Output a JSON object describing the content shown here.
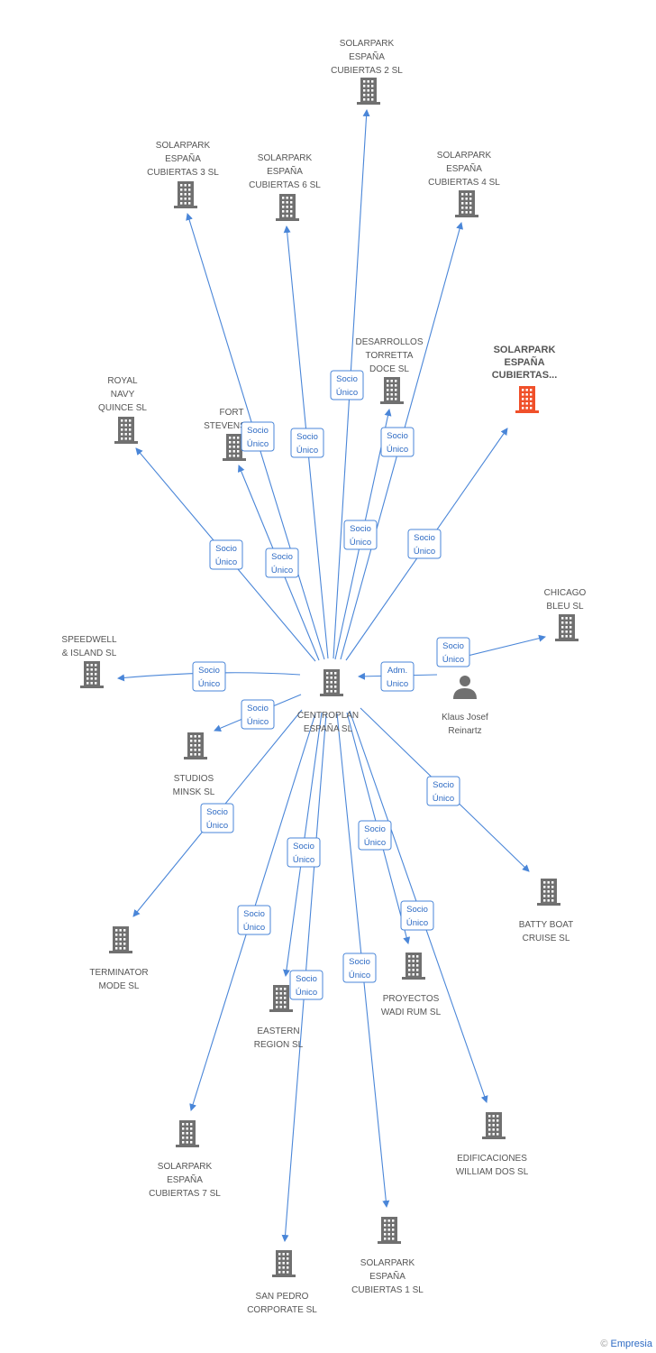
{
  "colors": {
    "edge": "#4a86d8",
    "building": "#707070",
    "highlight": "#f0502a",
    "person": "#707070",
    "label": "#555555"
  },
  "center": {
    "id": "centroplan",
    "lines": [
      "CENTROPLAN",
      "ESPAÑA SL"
    ]
  },
  "nodes": [
    {
      "id": "solarpark2",
      "icon": "building-icon",
      "lines": [
        "SOLARPARK",
        "ESPAÑA",
        "CUBIERTAS 2 SL"
      ]
    },
    {
      "id": "solarpark3",
      "icon": "building-icon",
      "lines": [
        "SOLARPARK",
        "ESPAÑA",
        "CUBIERTAS 3 SL"
      ]
    },
    {
      "id": "solarpark6",
      "icon": "building-icon",
      "lines": [
        "SOLARPARK",
        "ESPAÑA",
        "CUBIERTAS 6 SL"
      ]
    },
    {
      "id": "solarpark4",
      "icon": "building-icon",
      "lines": [
        "SOLARPARK",
        "ESPAÑA",
        "CUBIERTAS 4 SL"
      ]
    },
    {
      "id": "desarrollos",
      "icon": "building-icon",
      "lines": [
        "DESARROLLOS",
        "TORRETTA",
        "DOCE SL"
      ]
    },
    {
      "id": "solarpark_hl",
      "icon": "building-icon",
      "highlight": true,
      "lines": [
        "SOLARPARK",
        "ESPAÑA",
        "CUBIERTAS..."
      ]
    },
    {
      "id": "royalnavy",
      "icon": "building-icon",
      "lines": [
        "ROYAL",
        "NAVY",
        "QUINCE SL"
      ]
    },
    {
      "id": "fortstevens",
      "icon": "building-icon",
      "lines": [
        "FORT",
        "STEVENS SL"
      ]
    },
    {
      "id": "chicago",
      "icon": "building-icon",
      "lines": [
        "CHICAGO",
        "BLEU SL"
      ]
    },
    {
      "id": "speedwell",
      "icon": "building-icon",
      "lines": [
        "SPEEDWELL",
        "& ISLAND SL"
      ]
    },
    {
      "id": "klaus",
      "icon": "person-icon",
      "lines": [
        "Klaus Josef",
        "Reinartz"
      ]
    },
    {
      "id": "studios",
      "icon": "building-icon",
      "lines": [
        "STUDIOS",
        "MINSK SL"
      ]
    },
    {
      "id": "batty",
      "icon": "building-icon",
      "lines": [
        "BATTY BOAT",
        "CRUISE SL"
      ]
    },
    {
      "id": "terminator",
      "icon": "building-icon",
      "lines": [
        "TERMINATOR",
        "MODE SL"
      ]
    },
    {
      "id": "proyectos",
      "icon": "building-icon",
      "lines": [
        "PROYECTOS",
        "WADI RUM SL"
      ]
    },
    {
      "id": "eastern",
      "icon": "building-icon",
      "lines": [
        "EASTERN",
        "REGION SL"
      ]
    },
    {
      "id": "edificaciones",
      "icon": "building-icon",
      "lines": [
        "EDIFICACIONES",
        "WILLIAM DOS SL"
      ]
    },
    {
      "id": "solarpark7",
      "icon": "building-icon",
      "lines": [
        "SOLARPARK",
        "ESPAÑA",
        "CUBIERTAS 7 SL"
      ]
    },
    {
      "id": "solarpark1",
      "icon": "building-icon",
      "lines": [
        "SOLARPARK",
        "ESPAÑA",
        "CUBIERTAS 1  SL"
      ]
    },
    {
      "id": "sanpedro",
      "icon": "building-icon",
      "lines": [
        "SAN PEDRO",
        "CORPORATE SL"
      ]
    }
  ],
  "edges": [
    {
      "from": "centroplan",
      "to": "solarpark2",
      "label": [
        "Socio",
        "Único"
      ]
    },
    {
      "from": "centroplan",
      "to": "solarpark3",
      "label": [
        "Socio",
        "Único"
      ]
    },
    {
      "from": "centroplan",
      "to": "solarpark6",
      "label": [
        "Socio",
        "Único"
      ]
    },
    {
      "from": "centroplan",
      "to": "solarpark4",
      "label": [
        "Socio",
        "Único"
      ]
    },
    {
      "from": "centroplan",
      "to": "desarrollos",
      "label": [
        "Socio",
        "Único"
      ]
    },
    {
      "from": "centroplan",
      "to": "solarpark_hl",
      "label": [
        "Socio",
        "Único"
      ]
    },
    {
      "from": "centroplan",
      "to": "royalnavy",
      "label": [
        "Socio",
        "Único"
      ]
    },
    {
      "from": "centroplan",
      "to": "fortstevens",
      "label": [
        "Socio",
        "Único"
      ]
    },
    {
      "from": "klaus",
      "to": "chicago",
      "label": [
        "Socio",
        "Único"
      ]
    },
    {
      "from": "klaus",
      "to": "centroplan",
      "label": [
        "Adm.",
        "Unico"
      ]
    },
    {
      "from": "centroplan",
      "to": "speedwell",
      "label": [
        "Socio",
        "Único"
      ]
    },
    {
      "from": "centroplan",
      "to": "studios",
      "label": [
        "Socio",
        "Único"
      ]
    },
    {
      "from": "centroplan",
      "to": "batty",
      "label": [
        "Socio",
        "Único"
      ]
    },
    {
      "from": "centroplan",
      "to": "terminator",
      "label": [
        "Socio",
        "Único"
      ]
    },
    {
      "from": "centroplan",
      "to": "proyectos",
      "label": [
        "Socio",
        "Único"
      ]
    },
    {
      "from": "centroplan",
      "to": "eastern",
      "label": [
        "Socio",
        "Único"
      ]
    },
    {
      "from": "centroplan",
      "to": "edificaciones",
      "label": [
        "Socio",
        "Único"
      ]
    },
    {
      "from": "centroplan",
      "to": "solarpark7",
      "label": [
        "Socio",
        "Único"
      ]
    },
    {
      "from": "centroplan",
      "to": "solarpark1",
      "label": [
        "Socio",
        "Único"
      ]
    },
    {
      "from": "centroplan",
      "to": "sanpedro",
      "label": [
        "Socio",
        "Único"
      ]
    }
  ],
  "footer": {
    "copyright": "©",
    "brand": "Empresia"
  }
}
